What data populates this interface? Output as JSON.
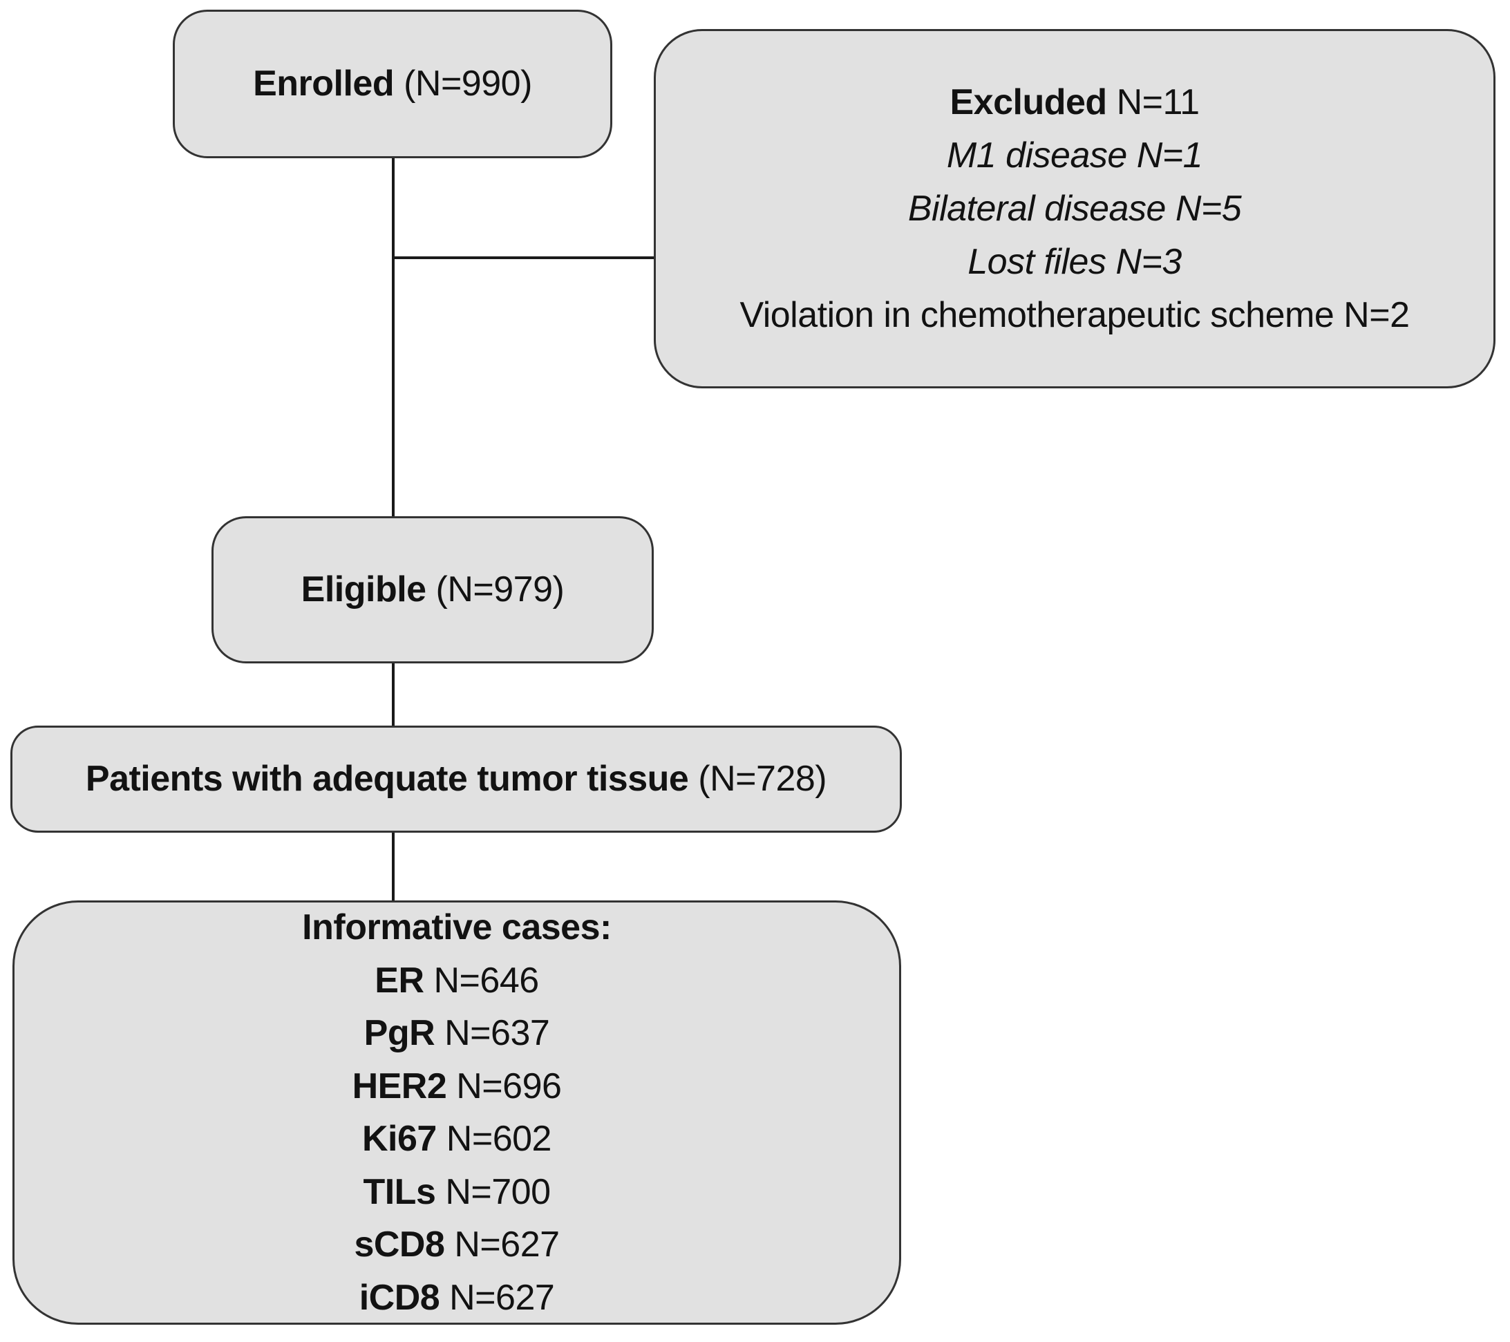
{
  "figure": {
    "type": "patient-flow-diagram",
    "colors": {
      "box_fill": "#e1e1e1",
      "box_border": "#333333",
      "line": "#1a1a1a"
    },
    "boxes": {
      "enrolled": {
        "label_bold": "Enrolled",
        "label_rest": " (N=990)"
      },
      "excluded": {
        "title_bold": "Excluded",
        "title_rest": " N=11",
        "reasons": [
          {
            "text": "M1 disease N=1",
            "emphasis": "italic"
          },
          {
            "text": "Bilateral disease N=5",
            "emphasis": "italic"
          },
          {
            "text": "Lost files N=3",
            "emphasis": "italic"
          },
          {
            "text": "Violation in chemotherapeutic scheme N=2",
            "emphasis": "normal"
          }
        ]
      },
      "eligible": {
        "label_bold": "Eligible",
        "label_rest": " (N=979)"
      },
      "adequate_tissue": {
        "label_bold": "Patients with adequate tumor tissue",
        "label_rest": " (N=728)"
      },
      "informative": {
        "title": "Informative cases:",
        "items": [
          {
            "marker": "ER",
            "count": " N=646"
          },
          {
            "marker": "PgR",
            "count": " N=637"
          },
          {
            "marker": "HER2",
            "count": " N=696"
          },
          {
            "marker": "Ki67",
            "count": " N=602"
          },
          {
            "marker": "TILs",
            "count": " N=700"
          },
          {
            "marker": "sCD8",
            "count": " N=627"
          },
          {
            "marker": "iCD8",
            "count": " N=627"
          }
        ]
      }
    }
  }
}
